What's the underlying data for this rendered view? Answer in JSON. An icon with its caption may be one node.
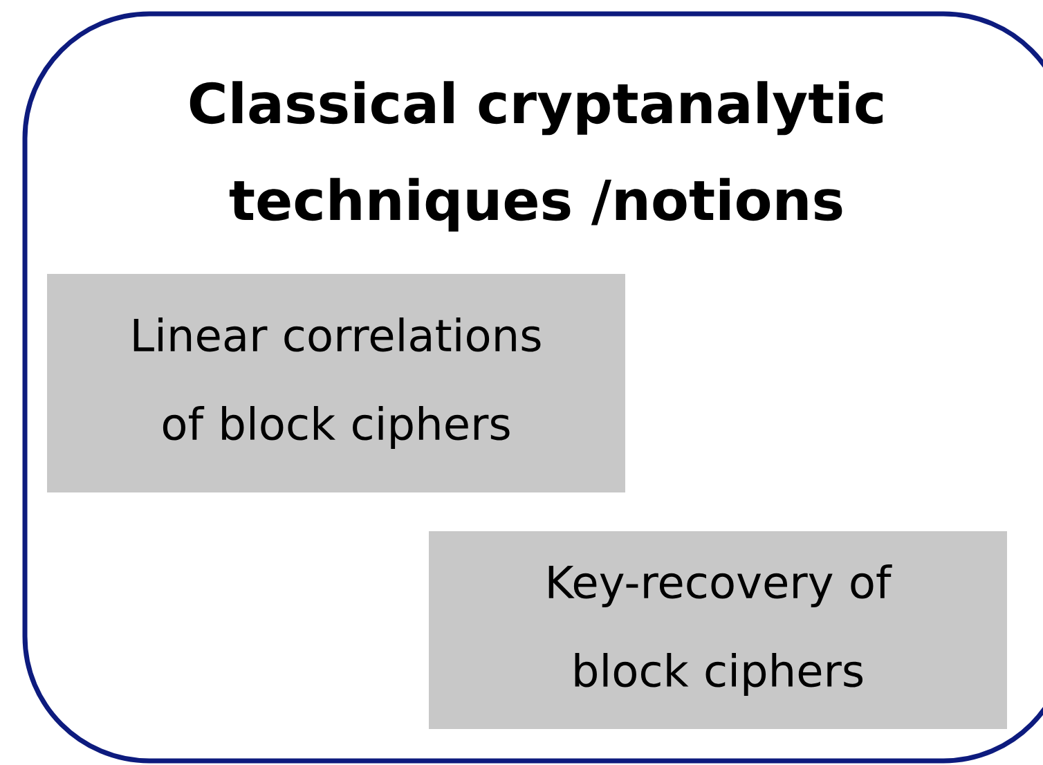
{
  "diagram": {
    "nodes": [
      {
        "text": [
          "Classical cryptanalytic techniques /notions"
        ]
      },
      {
        "text": [
          "Linear correlations of block ciphers"
        ],
        "in": 0
      },
      {
        "text": [
          "Key-recovery of block ciphers"
        ],
        "in": 0
      }
    ]
  }
}
